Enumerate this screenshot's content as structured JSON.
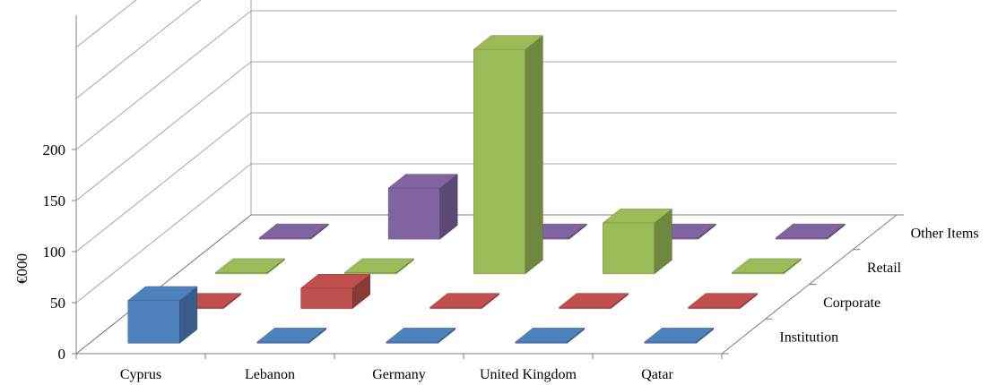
{
  "chart_data": {
    "type": "bar",
    "variant": "3d-column",
    "ylabel": "€000",
    "ylim": [
      0,
      200
    ],
    "yticks": [
      "0",
      "50",
      "100",
      "150",
      "200"
    ],
    "grid": true,
    "categories": [
      "Cyprus",
      "Lebanon",
      "Germany",
      "United Kingdom",
      "Qatar"
    ],
    "series": [
      {
        "name": "Institution",
        "color": "#4f81bd",
        "values": [
          42,
          0,
          0,
          0,
          0
        ]
      },
      {
        "name": "Corporate",
        "color": "#c0504d",
        "values": [
          0,
          20,
          0,
          0,
          0
        ]
      },
      {
        "name": "Retail",
        "color": "#9bbb59",
        "values": [
          0,
          0,
          220,
          50,
          0
        ]
      },
      {
        "name": "Other Items",
        "color": "#8064a2",
        "values": [
          0,
          50,
          0,
          0,
          0
        ]
      }
    ]
  }
}
